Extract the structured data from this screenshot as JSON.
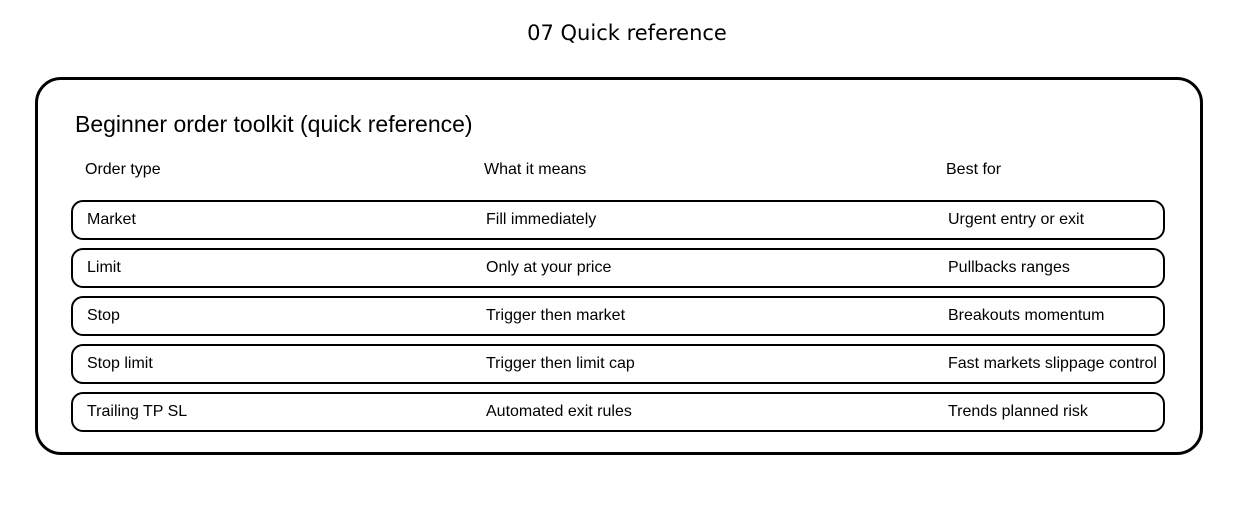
{
  "page": {
    "title": "07 Quick reference"
  },
  "panel": {
    "heading": "Beginner order toolkit (quick reference)",
    "columns": [
      "Order type",
      "What it means",
      "Best for"
    ],
    "rows": [
      {
        "order_type": "Market",
        "meaning": "Fill immediately",
        "best_for": "Urgent entry or exit"
      },
      {
        "order_type": "Limit",
        "meaning": "Only at your price",
        "best_for": "Pullbacks ranges"
      },
      {
        "order_type": "Stop",
        "meaning": "Trigger then market",
        "best_for": "Breakouts momentum"
      },
      {
        "order_type": "Stop limit",
        "meaning": "Trigger then limit cap",
        "best_for": "Fast markets slippage control"
      },
      {
        "order_type": "Trailing TP SL",
        "meaning": "Automated exit rules",
        "best_for": "Trends planned risk"
      }
    ]
  },
  "colors": {
    "background": "#ffffff",
    "border": "#000000",
    "text": "#000000"
  }
}
